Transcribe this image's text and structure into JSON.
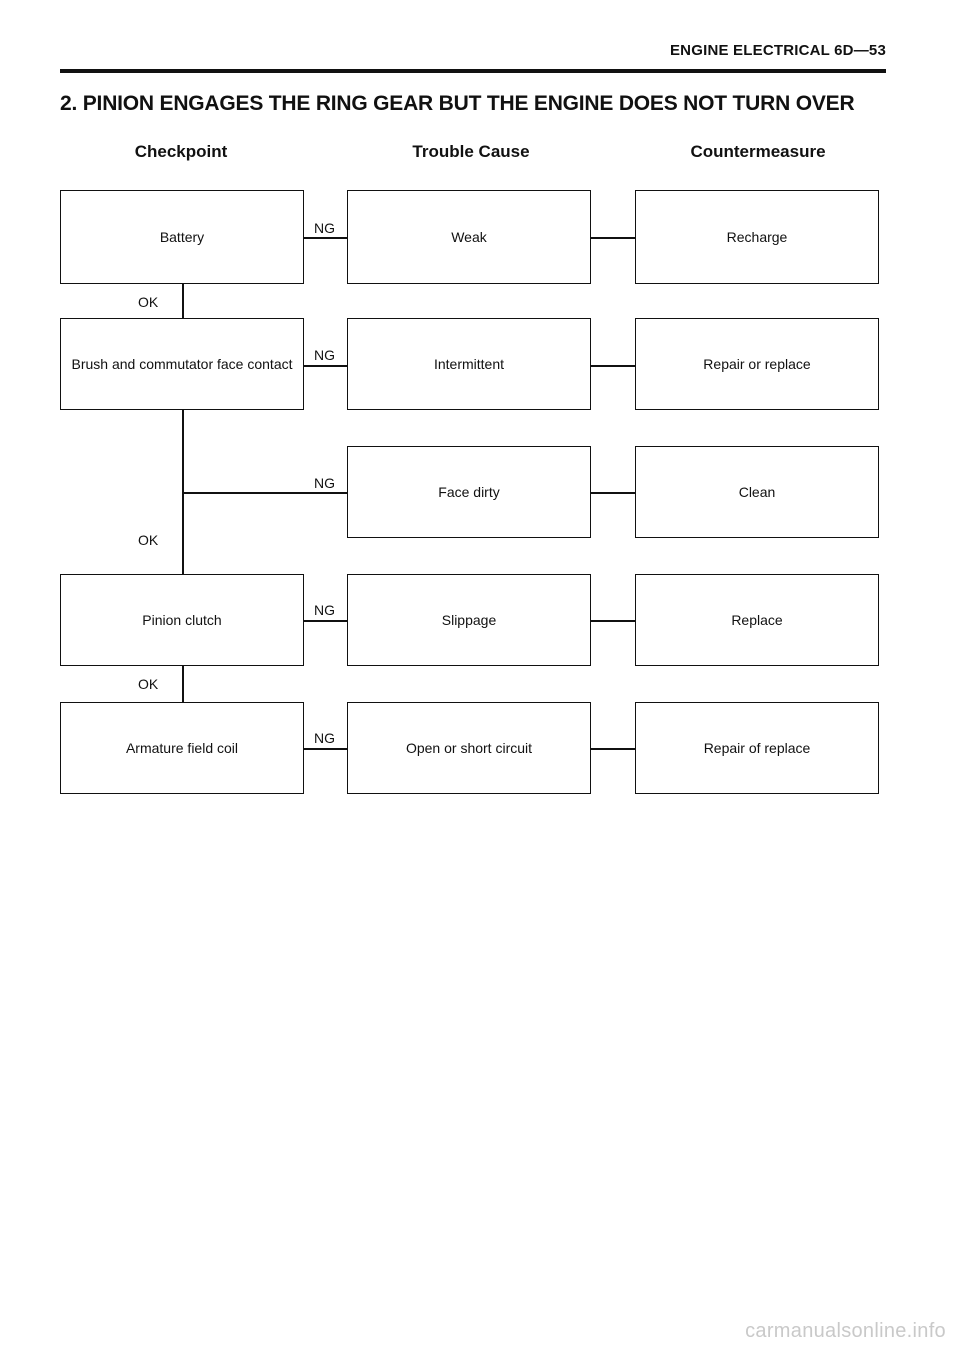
{
  "header": {
    "text": "ENGINE ELECTRICAL 6D—53"
  },
  "title": "2. PINION ENGAGES THE RING GEAR BUT THE ENGINE DOES NOT TURN OVER",
  "columns": {
    "checkpoint": "Checkpoint",
    "trouble_cause": "Trouble Cause",
    "countermeasure": "Countermeasure"
  },
  "checkpoints": {
    "battery": "Battery",
    "brush": "Brush and commutator face contact",
    "pinion": "Pinion clutch",
    "armature": "Armature field coil"
  },
  "causes": {
    "weak": "Weak",
    "intermittent": "Intermittent",
    "face_dirty": "Face dirty",
    "slippage": "Slippage",
    "open_short": "Open or short circuit"
  },
  "countermeasures": {
    "recharge": "Recharge",
    "repair_replace": "Repair or replace",
    "clean": "Clean",
    "replace": "Replace",
    "repair_of_replace": "Repair of replace"
  },
  "labels": {
    "ng": "NG",
    "ok": "OK"
  },
  "footer": "carmanualsonline.info"
}
